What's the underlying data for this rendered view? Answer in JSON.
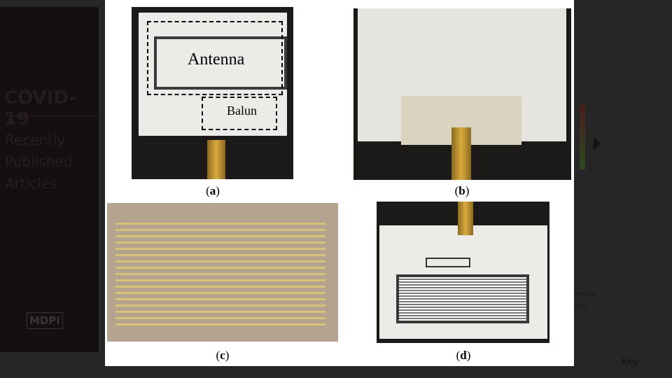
{
  "sidebar": {
    "heading": "COVID-19",
    "links": [
      "Recently",
      "Published",
      "Articles"
    ],
    "logo": "MDPI"
  },
  "background_text": {
    "line1": "ermits",
    "line2": "ited",
    "keyword": "Key"
  },
  "figure": {
    "labels": {
      "antenna": "Antenna",
      "balun": "Balun"
    },
    "captions": [
      {
        "open": "(",
        "letter": "a",
        "close": ")"
      },
      {
        "open": "(",
        "letter": "b",
        "close": ")"
      },
      {
        "open": "(",
        "letter": "c",
        "close": ")"
      },
      {
        "open": "(",
        "letter": "d",
        "close": ")"
      }
    ]
  },
  "colors": {
    "overlay": "#262626",
    "trace": "#3a3a3a",
    "gold": "#d9aa40"
  }
}
